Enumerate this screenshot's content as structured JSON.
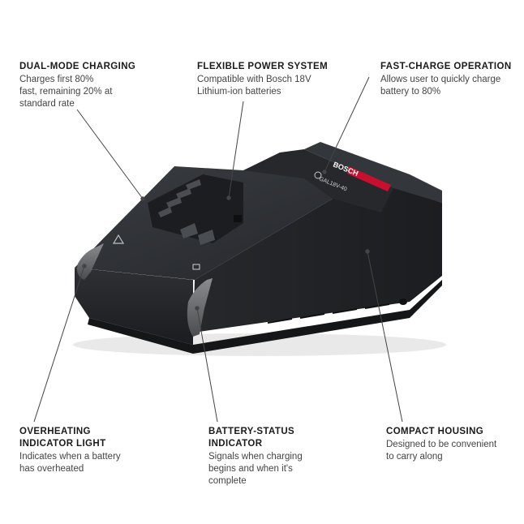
{
  "callouts": {
    "dual_mode": {
      "title": "DUAL-MODE CHARGING",
      "desc": "Charges first 80%\nfast, remaining 20% at\nstandard rate"
    },
    "flexible_power": {
      "title": "FLEXIBLE POWER SYSTEM",
      "desc": "Compatible with Bosch 18V\nLithium-ion batteries"
    },
    "fast_charge": {
      "title": "FAST-CHARGE OPERATION",
      "desc": "Allows user to quickly charge\nbattery to 80%"
    },
    "overheating": {
      "title": "OVERHEATING\nINDICATOR LIGHT",
      "desc": "Indicates when a battery\nhas overheated"
    },
    "battery_status": {
      "title": "BATTERY-STATUS\nINDICATOR",
      "desc": "Signals when charging\nbegins and when it's\ncomplete"
    },
    "compact_housing": {
      "title": "COMPACT HOUSING",
      "desc": "Designed to be convenient\nto carry along"
    }
  },
  "product": {
    "brand": "BOSCH",
    "model": "GAL18V-40"
  },
  "colors": {
    "body": "#2b2d30",
    "accent_red": "#c8102e",
    "leader_line": "#444444"
  }
}
